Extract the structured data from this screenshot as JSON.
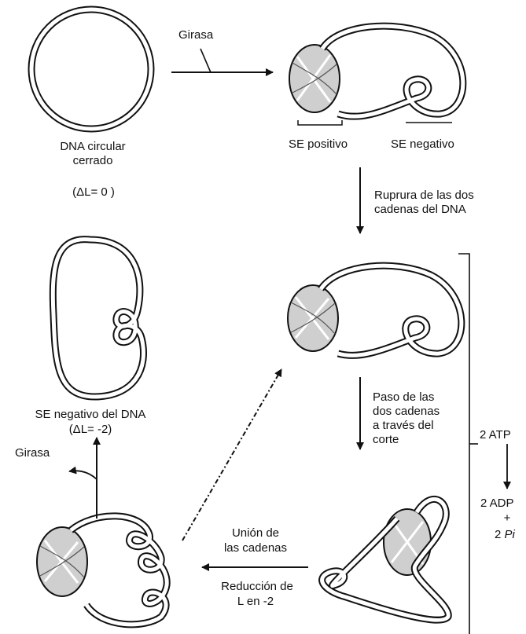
{
  "labels": {
    "girasa_top": "Girasa",
    "dna_circular_1": "DNA circular",
    "dna_circular_2": "cerrado",
    "delta_zero": "(ΔL= 0 )",
    "se_positivo": "SE positivo",
    "se_negativo": "SE negativo",
    "ruptura_1": "Ruprura de las dos",
    "ruptura_2": "cadenas del DNA",
    "se_neg_dna": "SE negativo del DNA",
    "delta_minus2": "(ΔL= -2)",
    "paso_1": "Paso de las",
    "paso_2": "dos cadenas",
    "paso_3": "a través del",
    "paso_4": "corte",
    "atp": "2 ATP",
    "adp": "2 ADP",
    "plus": "+",
    "pi_num": "2",
    "pi_sym": "Pi",
    "girasa_left": "Girasa",
    "union_1": "Unión de",
    "union_2": "las cadenas",
    "reduccion_1": "Reducción de",
    "reduccion_2": "L  en -2"
  }
}
